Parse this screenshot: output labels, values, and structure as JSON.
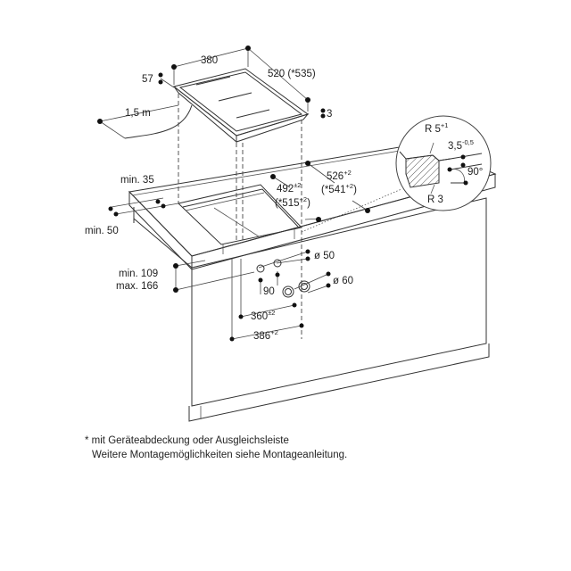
{
  "dimensions": {
    "hob_width": "380",
    "hob_depth": "520 (*535)",
    "hob_height": "57",
    "hob_frame": "3",
    "cable_length": "1,5 m",
    "min_35": "min. 35",
    "min_50": "min. 50",
    "cutout_width": "492",
    "cutout_width_tol": "±2",
    "cutout_width_alt": "(*515",
    "cutout_width_alt_tol": "+2",
    "cutout_width_alt_close": ")",
    "cutout_depth": "526",
    "cutout_depth_tol": "+2",
    "cutout_depth_alt": "(*541",
    "cutout_depth_alt_tol": "+2",
    "cutout_depth_alt_close": ")",
    "min_109": "min. 109",
    "max_166": "max. 166",
    "dia_50": "ø 50",
    "dia_60": "ø 60",
    "dist_90": "90",
    "dist_360": "360",
    "dist_360_tol": "±2",
    "dist_386": "386",
    "dist_386_tol": "+2"
  },
  "detail": {
    "radius_top": "R 5",
    "radius_top_tol": "+1",
    "step": "3,5",
    "step_tol": "-0,5",
    "angle": "90°",
    "radius_bottom": "R 3"
  },
  "footnote": {
    "line1": "* mit Geräteabdeckung oder Ausgleichsleiste",
    "line2": "Weitere Montagemöglichkeiten siehe Montageanleitung."
  }
}
